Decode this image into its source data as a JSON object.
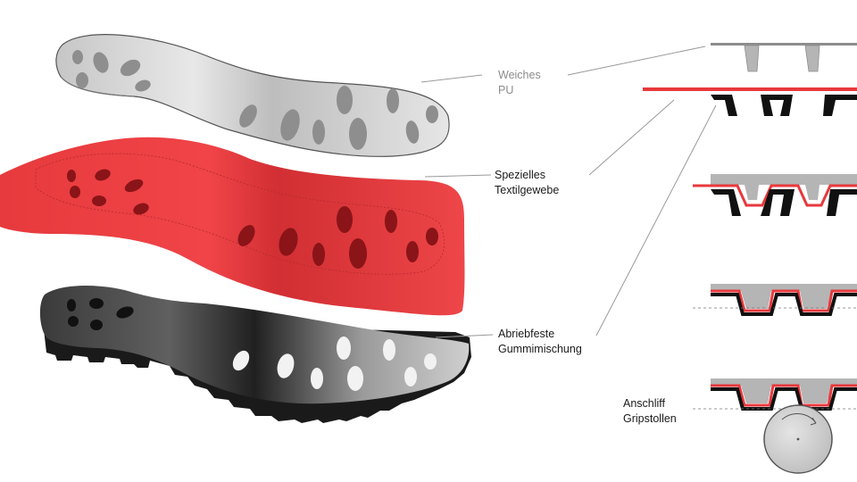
{
  "labels": {
    "pu": {
      "line1": "Weiches",
      "line2": "PU",
      "color": "#8c8c8c"
    },
    "textile": {
      "line1": "Spezielles",
      "line2": "Textilgewebe",
      "color": "#1a1a1a"
    },
    "rubber": {
      "line1": "Abriebfeste",
      "line2": "Gummimischung",
      "color": "#1a1a1a"
    },
    "grip": {
      "line1": "Anschliff",
      "line2": "Gripstollen",
      "color": "#1a1a1a"
    }
  },
  "colors": {
    "pu_layer": "#d9d9d9",
    "textile_layer": "#e8383c",
    "rubber_layer": "#1c1c1c",
    "leader_line": "#9a9a9a",
    "grinding_wheel": "#cfcfcf"
  },
  "icons": [
    "pu-insole-layer",
    "textile-layer",
    "rubber-outsole-layer",
    "grinding-wheel-icon"
  ]
}
